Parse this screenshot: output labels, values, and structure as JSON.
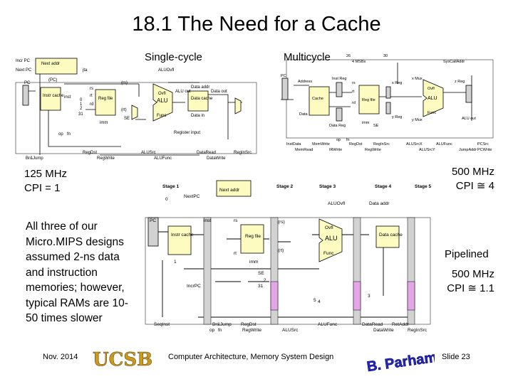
{
  "title": "18.1  The Need for a Cache",
  "diagrams": {
    "single_cycle": {
      "label": "Single-cycle",
      "labels": [
        "Incr PC",
        "Next PC",
        "Next addr",
        "jta",
        "(PC)",
        "rs",
        "rt",
        "rd",
        "0",
        "1",
        "2",
        "31",
        "ALUOvfl",
        "Ovfl",
        "ALU",
        "Func",
        "ALU out",
        "Data addr",
        "Data cache",
        "Data in",
        "Data out",
        "Instr cache",
        "inst",
        "Reg file",
        "(rs)",
        "(rt)",
        "imm",
        "op",
        "fn",
        "SE",
        "Register input",
        "Br&Jump",
        "RegDst",
        "RegWrite",
        "ALUSrc",
        "ALUFunc",
        "DataRead",
        "DataWrite",
        "RegInSrc",
        "PC"
      ]
    },
    "multicycle": {
      "label": "Multicycle",
      "labels": [
        "26",
        "30",
        "4 MSBs",
        "SysCallAddr",
        "PC",
        "Address",
        "Cache",
        "Data",
        "Inst Reg",
        "Data Reg",
        "rs",
        "rt",
        "rd",
        "Reg file",
        "x Reg",
        "y Reg",
        "z Reg",
        "x Mux",
        "y Mux",
        "ALU",
        "Ovfl",
        "Func",
        "ALU out",
        "op",
        "fn",
        "SE",
        "imm",
        "InstData",
        "MemRead",
        "MemWrite",
        "IRWrite",
        "RegDst",
        "RegWrite",
        "RegInSrc",
        "ALUSrcX",
        "ALUSrcY",
        "ALUFunc",
        "JumpAddr",
        "PCSrc",
        "PCWrite"
      ]
    },
    "pipelined": {
      "label": "Pipelined",
      "stages": [
        "Stage 1",
        "Stage 2",
        "Stage 3",
        "Stage 4",
        "Stage 5"
      ],
      "labels": [
        "Next addr",
        "NextPC",
        "ALUOvfl",
        "Data addr",
        "PC",
        "inst",
        "rs",
        "rt",
        "(rs)",
        "(rt)",
        "Instr cache",
        "Reg file",
        "Ovfl",
        "ALU",
        "Func",
        "Data cache",
        "imm",
        "SE",
        "IncrPC",
        "SeqInst",
        "op",
        "fn",
        "Br&Jump",
        "RegDst",
        "RegWrite",
        "ALUSrc",
        "ALUFunc",
        "DataRead",
        "DataWrite",
        "RetAddr",
        "RegInSrc",
        "0",
        "1",
        "2",
        "31",
        "3",
        "4",
        "5"
      ]
    }
  },
  "stats": {
    "single": {
      "freq": "125 MHz",
      "cpi": "CPI = 1"
    },
    "multi": {
      "freq": "500 MHz",
      "cpi": "CPI ≅ 4"
    },
    "pipe": {
      "freq": "500 MHz",
      "cpi": "CPI ≅ 1.1"
    }
  },
  "note": "All three of our Micro.MIPS designs assumed 2-ns data and instruction memories; however, typical RAMs are 10-50 times slower",
  "footer": {
    "date": "Nov. 2014",
    "logo_ucsb": "UCSB",
    "course": "Computer Architecture, Memory System Design",
    "logo_author": "B. Parhami",
    "slide": "Slide 23"
  },
  "colors": {
    "box_fill": "#fdfbc0",
    "box_stroke": "#000000",
    "pipe_reg_fill": "#d2d2d2",
    "pipe_reg_highlight": "#e6a6e6",
    "ucsb_gold": "#c99a1e",
    "parhami_blue": "#2426c8"
  }
}
